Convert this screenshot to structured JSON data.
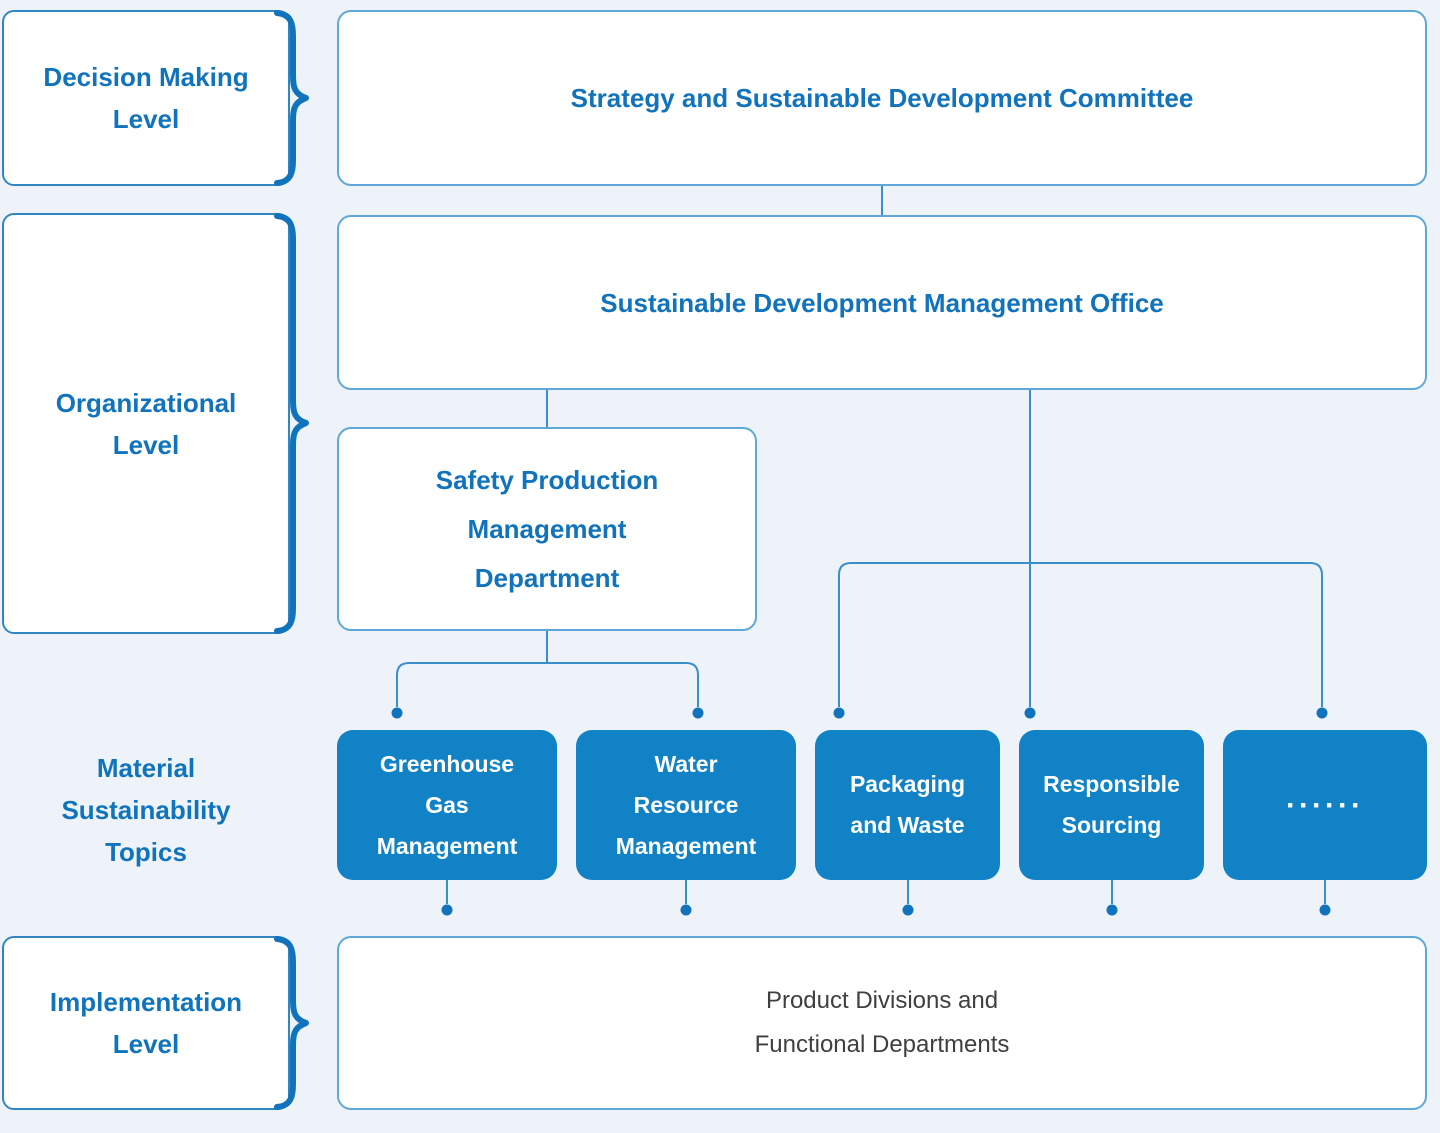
{
  "palette": {
    "background": "#edf3f9",
    "accent_text": "#1173bc",
    "node_border": "#5ea7d8",
    "label_border": "#2f86c3",
    "topic_fill": "#1182c5",
    "topic_text": "#ffffff",
    "connector_line": "#3a8ec9",
    "dot": "#1173bc",
    "implementation_text": "#3f3f3f"
  },
  "levels": [
    {
      "id": "decision",
      "lines": [
        "Decision Making",
        "Level"
      ]
    },
    {
      "id": "organizational",
      "lines": [
        "Organizational",
        "Level"
      ]
    },
    {
      "id": "material",
      "lines": [
        "Material",
        "Sustainability",
        "Topics"
      ]
    },
    {
      "id": "implementation",
      "lines": [
        "Implementation",
        "Level"
      ]
    }
  ],
  "nodes": {
    "committee": "Strategy and Sustainable Development Committee",
    "office": "Sustainable Development Management Office",
    "safety": {
      "lines": [
        "Safety Production",
        "Management",
        "Department"
      ]
    },
    "topics": [
      {
        "id": "greenhouse",
        "lines": [
          "Greenhouse",
          "Gas",
          "Management"
        ]
      },
      {
        "id": "water",
        "lines": [
          "Water",
          "Resource",
          "Management"
        ]
      },
      {
        "id": "packaging",
        "lines": [
          "Packaging",
          "and Waste"
        ]
      },
      {
        "id": "responsible",
        "lines": [
          "Responsible",
          "Sourcing"
        ]
      },
      {
        "id": "more",
        "lines": [
          "······"
        ]
      }
    ],
    "implementation": {
      "lines": [
        "Product Divisions and",
        "Functional Departments"
      ]
    }
  }
}
